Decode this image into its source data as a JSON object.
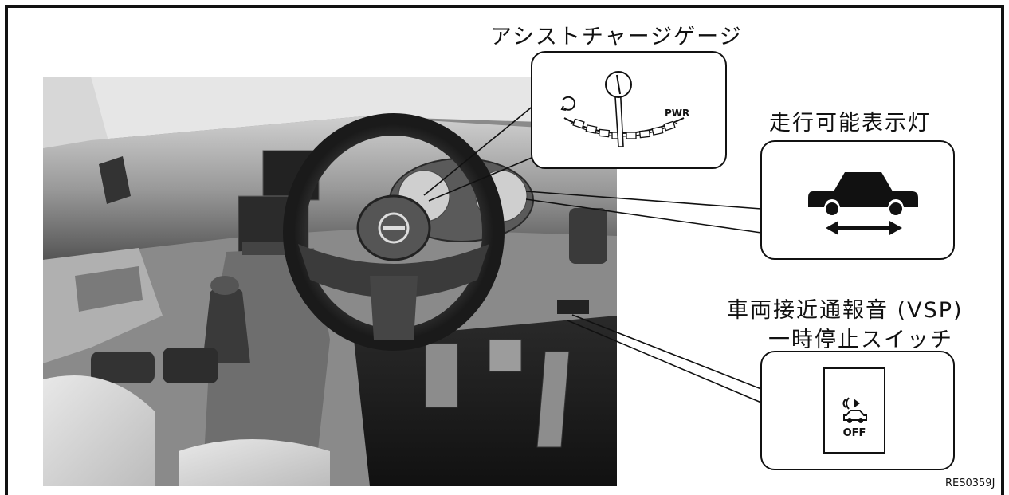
{
  "labels": {
    "assist_gauge": "アシストチャージゲージ",
    "ready_indicator": "走行可能表示灯",
    "vsp_line1": "車両接近通報音 (VSP)",
    "vsp_line2": "一時停止スイッチ"
  },
  "gauge_icon": {
    "text": "PWR",
    "icon": "assist-charge-gauge-icon"
  },
  "ready_icon": {
    "icon": "car-ready-to-drive-icon"
  },
  "vsp_icon": {
    "text": "OFF",
    "icon": "vsp-sound-off-icon"
  },
  "figure_id": "RES0359J",
  "colors": {
    "line": "#111111",
    "background": "#ffffff",
    "photo_dark": "#3a3a3a",
    "photo_light": "#d9d9d9"
  }
}
